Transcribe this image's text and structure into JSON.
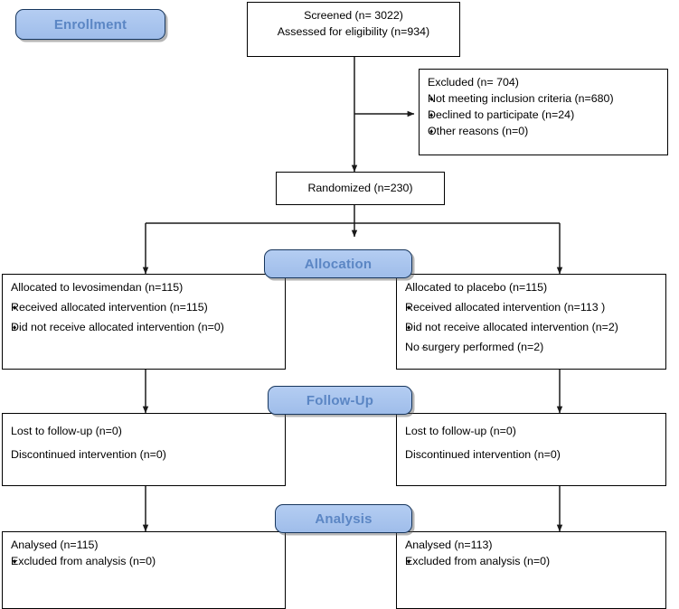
{
  "diagram": {
    "title": "CONSORT participant flow diagram",
    "accent_blue": "#A8C6F0",
    "banner_text_color": "#5B86C4",
    "line_color": "#000000"
  },
  "banners": {
    "enrollment": "Enrollment",
    "allocation": "Allocation",
    "followup": "Follow-Up",
    "analysis": "Analysis"
  },
  "screened": {
    "line1": "Screened (n= 3022)",
    "line2": "Assessed for eligibility (n=934)"
  },
  "excluded": {
    "heading": "Excluded  (n= 704)",
    "items": [
      "Not meeting inclusion criteria (n=680)",
      "Declined to participate (n=24)",
      "Other reasons (n=0)"
    ]
  },
  "randomized": {
    "label": "Randomized (n=230)"
  },
  "allocation_left": {
    "heading": "Allocated to levosimendan (n=115)",
    "items": [
      "Received allocated intervention (n=115)",
      "Did not receive allocated intervention (n=0)"
    ],
    "subitems": []
  },
  "allocation_right": {
    "heading": "Allocated to placebo (n=115)",
    "items": [
      "Received allocated intervention (n=113 )",
      "Did not receive allocated intervention (n=2)"
    ],
    "subitems": [
      "No surgery performed (n=2)"
    ]
  },
  "followup_left": {
    "line1": "Lost to follow-up (n=0)",
    "line2": "Discontinued intervention (n=0)"
  },
  "followup_right": {
    "line1": "Lost to follow-up (n=0)",
    "line2": "Discontinued intervention (n=0)"
  },
  "analysis_left": {
    "heading": "Analysed  (n=115)",
    "items": [
      "Excluded from analysis (n=0)"
    ]
  },
  "analysis_right": {
    "heading": "Analysed  (n=113)",
    "items": [
      "Excluded from analysis (n=0)"
    ]
  }
}
